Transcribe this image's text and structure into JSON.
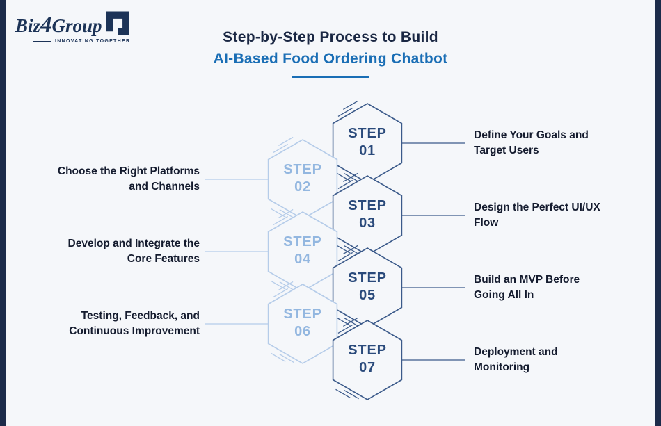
{
  "theme": {
    "bg": "#f5f7fa",
    "edge-bar": "#1c2b4a",
    "logo-navy": "#1c3357",
    "title-dark": "#1a2743",
    "title-blue": "#1a6eb5",
    "desc-color": "#141b2e",
    "hex-dark": "#3b5a8a",
    "hex-light": "#b5cce9",
    "hex-fill": "#f5f7fa",
    "step-dark": "#2a4a7b",
    "step-light": "#93b7e0"
  },
  "header": {
    "logo": {
      "brand_prefix": "Biz",
      "brand_digit": "4",
      "brand_suffix": "Group",
      "tagline": "INNOVATING TOGETHER"
    },
    "title_line1": "Step-by-Step Process to Build",
    "title_line2": "AI-Based Food Ordering Chatbot"
  },
  "steps": [
    {
      "step_word": "STEP",
      "number": "01",
      "side": "right",
      "tone": "dark",
      "description": "Define Your Goals and\nTarget Users"
    },
    {
      "step_word": "STEP",
      "number": "02",
      "side": "left",
      "tone": "light",
      "description": "Choose the Right Platforms\nand Channels"
    },
    {
      "step_word": "STEP",
      "number": "03",
      "side": "right",
      "tone": "dark",
      "description": "Design the Perfect UI/UX\nFlow"
    },
    {
      "step_word": "STEP",
      "number": "04",
      "side": "left",
      "tone": "light",
      "description": "Develop and Integrate the\nCore Features"
    },
    {
      "step_word": "STEP",
      "number": "05",
      "side": "right",
      "tone": "dark",
      "description": "Build an MVP Before\nGoing All In"
    },
    {
      "step_word": "STEP",
      "number": "06",
      "side": "left",
      "tone": "light",
      "description": "Testing, Feedback, and\nContinuous Improvement"
    },
    {
      "step_word": "STEP",
      "number": "07",
      "side": "right",
      "tone": "dark",
      "description": "Deployment and\nMonitoring"
    }
  ]
}
